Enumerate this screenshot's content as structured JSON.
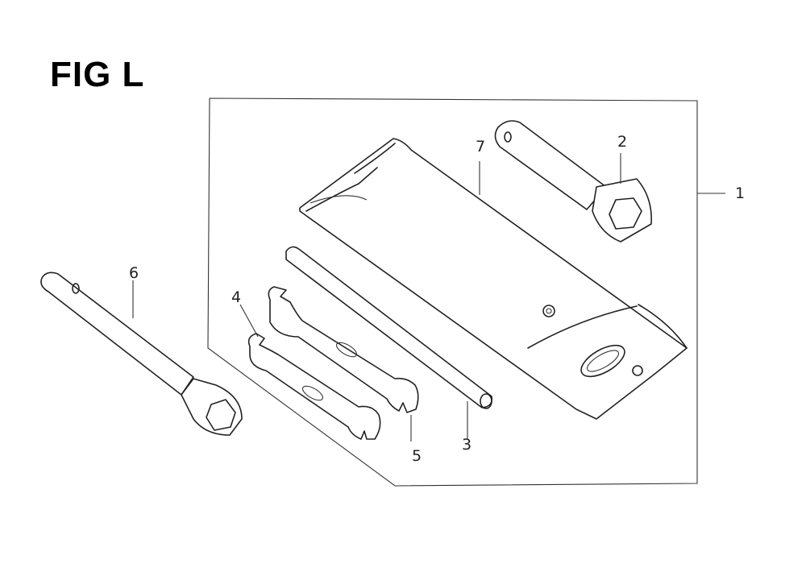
{
  "figure": {
    "title": "FIG L"
  },
  "callouts": [
    {
      "id": "1",
      "text": "1"
    },
    {
      "id": "2",
      "text": "2"
    },
    {
      "id": "3",
      "text": "3"
    },
    {
      "id": "4",
      "text": "4"
    },
    {
      "id": "5",
      "text": "5"
    },
    {
      "id": "6",
      "text": "6"
    },
    {
      "id": "7",
      "text": "7"
    }
  ]
}
